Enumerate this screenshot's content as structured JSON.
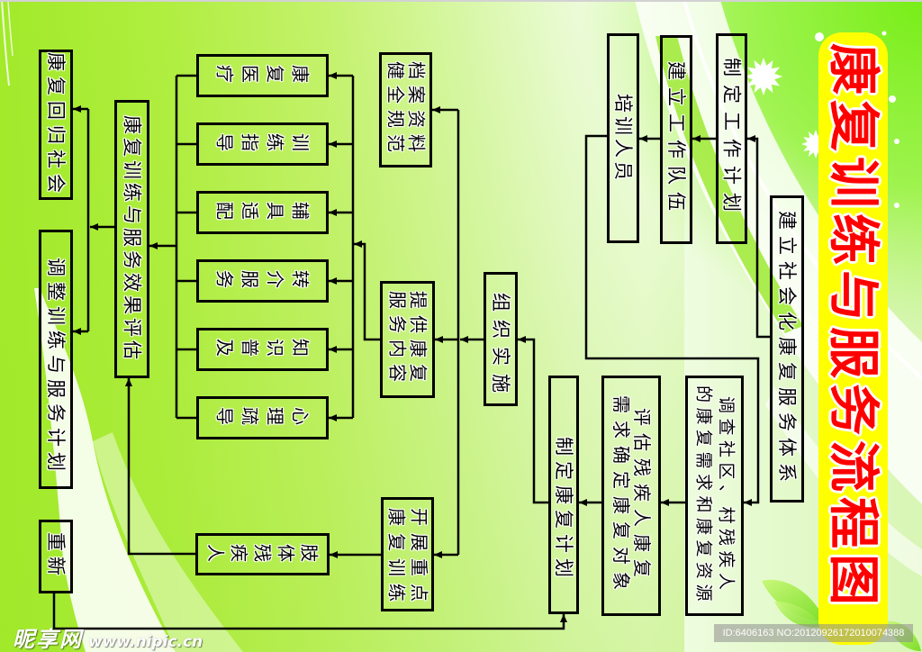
{
  "title": "康复训练与服务流程图",
  "colors": {
    "title_text": "#ff0000",
    "title_background": "#ffff00",
    "box_border": "#000000",
    "box_text": "#000000",
    "text_outline": "#ffffff",
    "background_green": "#a6ec30",
    "background_pale": "#eefcdc"
  },
  "nodes": {
    "build_system": [
      "建立社会化康复服务体系"
    ],
    "work_plan": [
      "制定工作计划"
    ],
    "work_team": [
      "建立工作队伍"
    ],
    "train_staff": [
      "培训人员"
    ],
    "survey": [
      "调查社区、村残疾人",
      "的康复需求和康复资源"
    ],
    "assess": [
      "评估残疾人康复",
      "需求确定康复对象"
    ],
    "rehab_plan": [
      "制定康复计划"
    ],
    "implement": [
      "组织实施"
    ],
    "archives": [
      "档案资料",
      "健全规范"
    ],
    "services": [
      "提供康复",
      "服务内容"
    ],
    "key_training": [
      "开展重点",
      "康复训练"
    ],
    "service_items": [
      "康复医疗",
      "训练指导",
      "辅具适配",
      "转介服务",
      "知识普及",
      "心理疏导"
    ],
    "physical_disability": [
      "肢体残疾人"
    ],
    "evaluation": [
      "康复训练与服务效果评估"
    ],
    "return_society": [
      "康复回归社会"
    ],
    "adjust_plan": [
      "调整训练与服务计划"
    ],
    "restart": [
      "重新"
    ]
  },
  "flow": [
    {
      "from": "build_system",
      "to": "work_plan"
    },
    {
      "from": "work_plan",
      "to": "work_team"
    },
    {
      "from": "work_team",
      "to": "train_staff"
    },
    {
      "from": "train_staff",
      "to": "survey"
    },
    {
      "from": "survey",
      "to": "assess"
    },
    {
      "from": "assess",
      "to": "rehab_plan"
    },
    {
      "from": "rehab_plan",
      "to": "implement"
    },
    {
      "from": "implement",
      "to": "archives"
    },
    {
      "from": "implement",
      "to": "services"
    },
    {
      "from": "implement",
      "to": "key_training"
    },
    {
      "from": "services",
      "to": "service_items"
    },
    {
      "from": "service_items",
      "to": "evaluation"
    },
    {
      "from": "key_training",
      "to": "physical_disability"
    },
    {
      "from": "physical_disability",
      "to": "evaluation"
    },
    {
      "from": "evaluation",
      "to": "return_society"
    },
    {
      "from": "evaluation",
      "to": "adjust_plan"
    },
    {
      "from": "restart",
      "to": "rehab_plan"
    }
  ],
  "watermarks": {
    "site_name": "昵享网",
    "site_url": "www.nipic.cn",
    "id_text": "ID:6406163 NO:20120926172010074388"
  }
}
